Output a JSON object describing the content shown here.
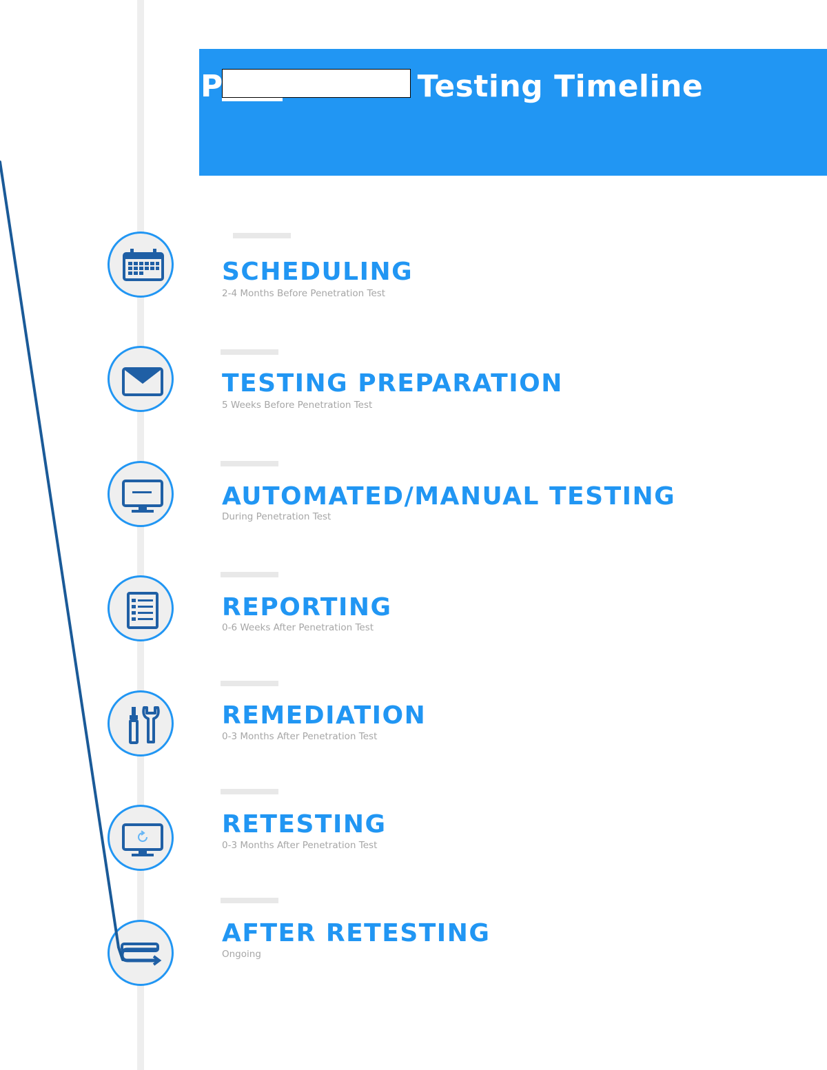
{
  "header": {
    "title": "Penetration Testing Timeline"
  },
  "colors": {
    "accent": "#2196f3",
    "icon": "#1f5fa5",
    "spine": "#eeeeee",
    "subtitle": "#a6a6a6",
    "pen_stroke": "#1a5a98"
  },
  "stages": [
    {
      "title": "SCHEDULING",
      "subtitle": "2-4 Months Before Penetration Test",
      "icon": "calendar-icon"
    },
    {
      "title": "TESTING PREPARATION",
      "subtitle": "5 Weeks Before Penetration Test",
      "icon": "envelope-icon"
    },
    {
      "title": "AUTOMATED/MANUAL TESTING",
      "subtitle": "During Penetration Test",
      "icon": "monitor-icon"
    },
    {
      "title": "REPORTING",
      "subtitle": "0-6 Weeks After Penetration Test",
      "icon": "checklist-icon"
    },
    {
      "title": "REMEDIATION",
      "subtitle": "0-3 Months After Penetration Test",
      "icon": "tools-icon"
    },
    {
      "title": "RETESTING",
      "subtitle": "0-3 Months After Penetration Test",
      "icon": "monitor-refresh-icon"
    },
    {
      "title": "AFTER RETESTING",
      "subtitle": "Ongoing",
      "icon": "loop-arrow-icon"
    }
  ]
}
